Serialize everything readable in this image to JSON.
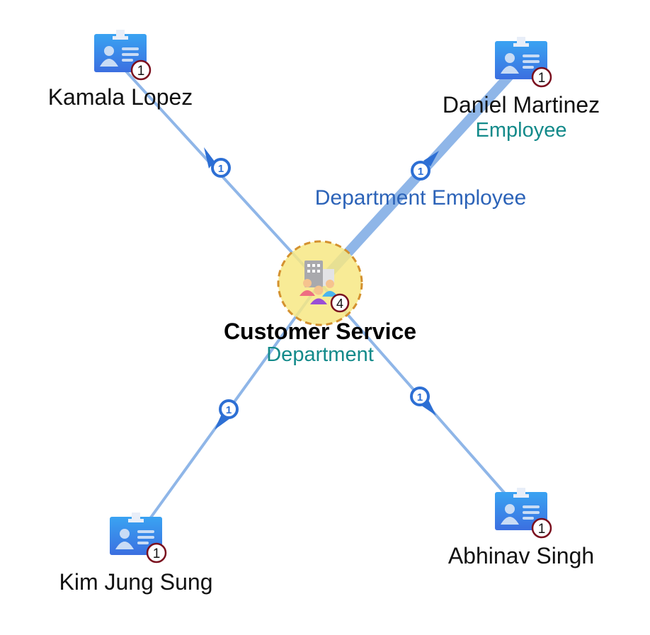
{
  "colors": {
    "edge": "#8fb6e8",
    "edge_highlight": "#8fb6e8",
    "marker": "#2d6fd4",
    "badge_ring": "#7a0f1e",
    "center_fill": "#f7e784",
    "center_border": "#d4912f",
    "type_text": "#138a8a",
    "edge_text": "#2c63b8",
    "card_top": "#3aa3f2",
    "card_bottom": "#3b6fe0"
  },
  "center": {
    "name": "Customer Service",
    "type": "Department",
    "icon": "department-group-icon",
    "count": "4"
  },
  "nodes": [
    {
      "name": "Kamala Lopez",
      "type": "",
      "icon": "id-card-icon",
      "count": "1",
      "edge_count": "1"
    },
    {
      "name": "Daniel Martinez",
      "type": "Employee",
      "icon": "id-card-icon",
      "count": "1",
      "edge_count": "1",
      "edge_label": "Department Employee"
    },
    {
      "name": "Kim Jung Sung",
      "type": "",
      "icon": "id-card-icon",
      "count": "1",
      "edge_count": "1"
    },
    {
      "name": "Abhinav Singh",
      "type": "",
      "icon": "id-card-icon",
      "count": "1",
      "edge_count": "1"
    }
  ]
}
